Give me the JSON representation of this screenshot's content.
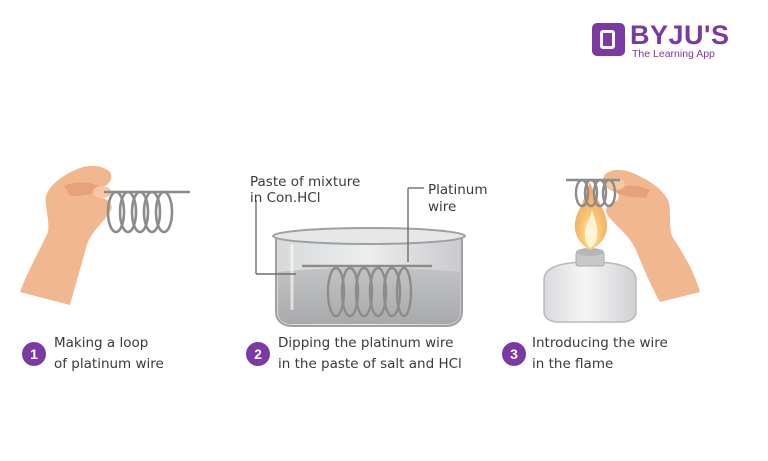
{
  "brand": {
    "name": "BYJU'S",
    "tagline": "The Learning App",
    "color": "#7b3aa2"
  },
  "labels": {
    "paste": [
      "Paste of mixture",
      "in Con.HCl"
    ],
    "wire": [
      "Platinum",
      "wire"
    ]
  },
  "steps": [
    {
      "number": "1",
      "lines": [
        "Making a loop",
        "of platinum wire"
      ]
    },
    {
      "number": "2",
      "lines": [
        "Dipping the platinum wire",
        "in the paste of salt and HCl"
      ]
    },
    {
      "number": "3",
      "lines": [
        "Introducing the wire",
        "in the flame"
      ]
    }
  ],
  "colors": {
    "skin": "#f1b88f",
    "skin_shade": "#e7a27a",
    "coil": "#8c8c8c",
    "beaker": "#c9cacc",
    "paste": "#b5b6b8",
    "flame_outer": "#f4b261",
    "flame_inner": "#fde7a8"
  }
}
